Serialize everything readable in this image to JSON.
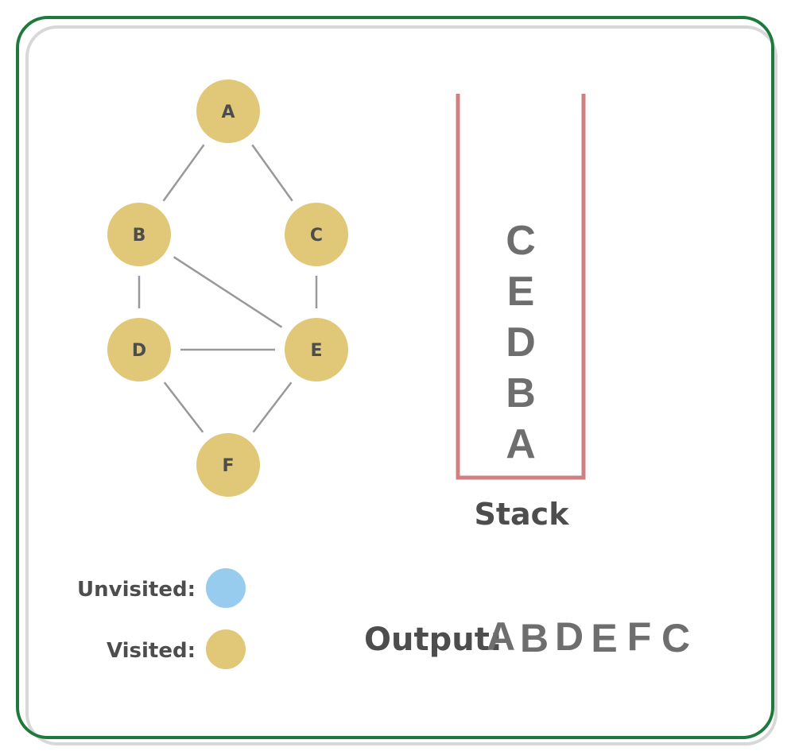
{
  "colors": {
    "frame": "#1e7a3c",
    "frame_shadow": "#d8d8d8",
    "visited": "#e0c878",
    "unvisited": "#98ccee",
    "edge": "#999999",
    "stack_border": "#d08080",
    "text_dark": "#4d4d4d",
    "text_gray": "#6e6e6e"
  },
  "graph": {
    "nodes": [
      {
        "id": "A",
        "label": "A",
        "state": "visited"
      },
      {
        "id": "B",
        "label": "B",
        "state": "visited"
      },
      {
        "id": "C",
        "label": "C",
        "state": "visited"
      },
      {
        "id": "D",
        "label": "D",
        "state": "visited"
      },
      {
        "id": "E",
        "label": "E",
        "state": "visited"
      },
      {
        "id": "F",
        "label": "F",
        "state": "visited"
      }
    ],
    "edges": [
      [
        "A",
        "B"
      ],
      [
        "A",
        "C"
      ],
      [
        "B",
        "D"
      ],
      [
        "B",
        "E"
      ],
      [
        "C",
        "E"
      ],
      [
        "D",
        "E"
      ],
      [
        "D",
        "F"
      ],
      [
        "E",
        "F"
      ]
    ]
  },
  "stack": {
    "label": "Stack",
    "items_top_to_bottom": [
      "C",
      "E",
      "D",
      "B",
      "A"
    ]
  },
  "legend": {
    "unvisited_label": "Unvisited:",
    "visited_label": "Visited:"
  },
  "output": {
    "label": "Output:",
    "sequence": [
      "A",
      "B",
      "D",
      "E",
      "F",
      "C"
    ]
  }
}
